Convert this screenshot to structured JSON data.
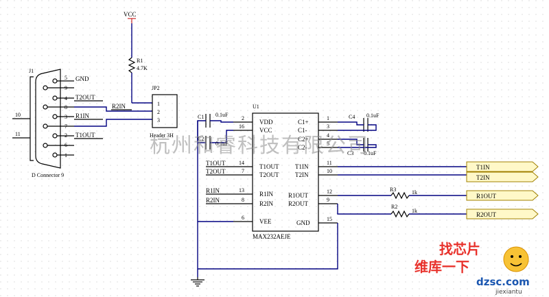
{
  "power": {
    "vcc_label": "VCC"
  },
  "resistor_r1": {
    "ref": "R1",
    "value": "4.7K"
  },
  "connector_j1": {
    "ref": "J1",
    "name": "D Connector 9",
    "pins": [
      {
        "num": "5",
        "net": "GND"
      },
      {
        "num": "9",
        "net": ""
      },
      {
        "num": "4",
        "net": "T2OUT"
      },
      {
        "num": "8",
        "net": ""
      },
      {
        "num": "3",
        "net": "R1IN"
      },
      {
        "num": "7",
        "net": ""
      },
      {
        "num": "2",
        "net": "T1OUT"
      },
      {
        "num": "6",
        "net": ""
      },
      {
        "num": "1",
        "net": ""
      }
    ],
    "shield_left": "10",
    "shield_right": "11"
  },
  "header_jp2": {
    "ref": "JP2",
    "name": "Header 3H",
    "pins": [
      "1",
      "2",
      "3"
    ],
    "net": "R2IN"
  },
  "ic_u1": {
    "ref": "U1",
    "part": "MAX232AEJE",
    "left_pins": [
      {
        "num": "2",
        "name": "VDD"
      },
      {
        "num": "16",
        "name": "VCC"
      },
      {
        "num": "14",
        "name": "T1OUT"
      },
      {
        "num": "7",
        "name": "T2OUT"
      },
      {
        "num": "13",
        "name": "R1IN"
      },
      {
        "num": "8",
        "name": "R2IN"
      },
      {
        "num": "6",
        "name": "VEE"
      }
    ],
    "right_pins": [
      {
        "num": "1",
        "name": "C1+"
      },
      {
        "num": "3",
        "name": "C1-"
      },
      {
        "num": "4",
        "name": "C2+"
      },
      {
        "num": "5",
        "name": "C2-"
      },
      {
        "num": "11",
        "name": "T1IN"
      },
      {
        "num": "10",
        "name": "T2IN"
      },
      {
        "num": "12",
        "name": "R1OUT"
      },
      {
        "num": "9",
        "name": "R2OUT"
      },
      {
        "num": "15",
        "name": "GND"
      }
    ],
    "left_nets": [
      "T1OUT",
      "T2OUT",
      "R1IN",
      "R2IN"
    ]
  },
  "capacitors": [
    {
      "ref": "C1",
      "value": "0.1uF"
    },
    {
      "ref": "C2",
      "value": "0.1uF"
    },
    {
      "ref": "C4",
      "value": "0.1uF"
    },
    {
      "ref": "C3",
      "value": "0.1uF"
    }
  ],
  "resistors_out": [
    {
      "ref": "R3",
      "value": "1k"
    },
    {
      "ref": "R2",
      "value": "1k"
    }
  ],
  "ports": [
    "T1IN",
    "T2IN",
    "R1OUT",
    "R2OUT"
  ],
  "watermark": "杭州和睿科技有限公司",
  "logo": {
    "line1": "找芯片",
    "line2": "维库一下",
    "site": "dzsc.com",
    "site2": "jiexiantu"
  }
}
